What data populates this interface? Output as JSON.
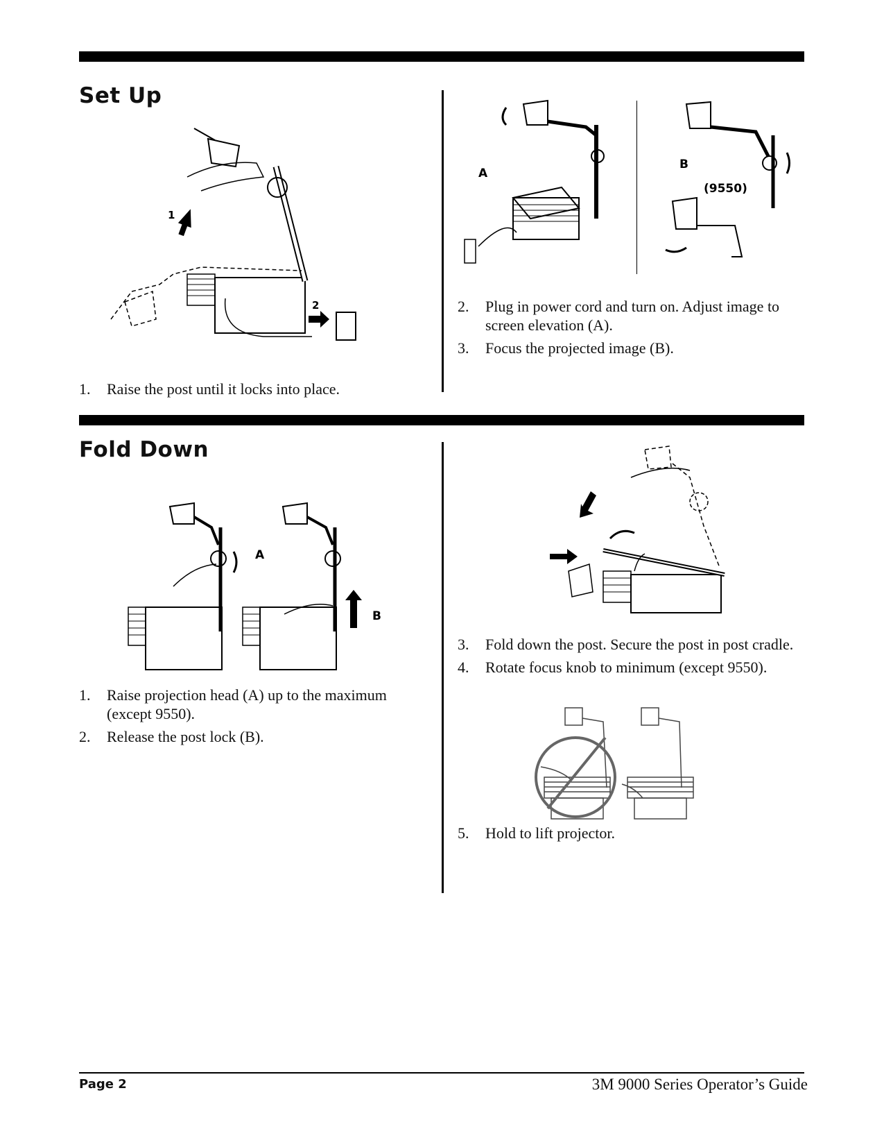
{
  "setup": {
    "heading": "Set Up",
    "step1": {
      "num": "1.",
      "text": "Raise the post until it locks into place."
    },
    "fig1_labels": {
      "one": "1",
      "two": "2"
    },
    "fig2_labels": {
      "a": "A",
      "b": "B",
      "model": "(9550)"
    },
    "steps_right": [
      {
        "num": "2.",
        "text": "Plug in power cord and turn on.  Adjust image to screen elevation (A)."
      },
      {
        "num": "3.",
        "text": "Focus the projected image (B)."
      }
    ]
  },
  "folddown": {
    "heading": "Fold Down",
    "fig_labels": {
      "a": "A",
      "b": "B"
    },
    "steps_left": [
      {
        "num": "1.",
        "text": "Raise projection head (A) up to the maximum (except 9550)."
      },
      {
        "num": "2.",
        "text": "Release the post lock (B)."
      }
    ],
    "steps_right": [
      {
        "num": "3.",
        "text": "Fold down the post.  Secure the post in post cradle."
      },
      {
        "num": "4.",
        "text": "Rotate focus knob to minimum (except 9550)."
      }
    ],
    "step5": {
      "num": "5.",
      "text": "Hold to lift projector."
    }
  },
  "footer": {
    "page": "Page 2",
    "title": "3M  9000 Series Operator’s Guide"
  }
}
